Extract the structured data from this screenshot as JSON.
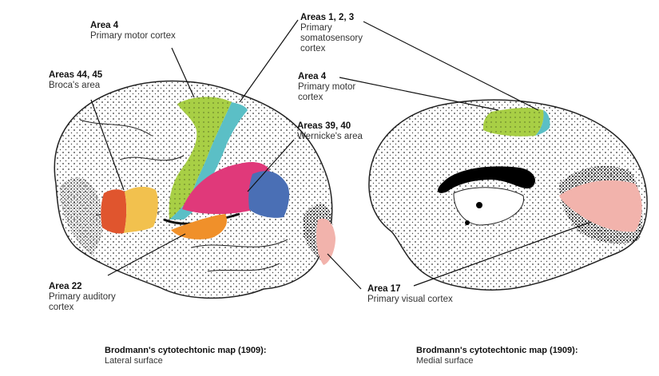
{
  "labels": {
    "area4_lateral": {
      "title": "Area 4",
      "desc": "Primary motor cortex"
    },
    "areas123": {
      "title": "Areas 1, 2, 3",
      "desc1": "Primary",
      "desc2": "somatosensory",
      "desc3": "cortex"
    },
    "areas4445": {
      "title": "Areas 44, 45",
      "desc": "Broca's area"
    },
    "area4_medial": {
      "title": "Area 4",
      "desc1": "Primary motor",
      "desc2": "cortex"
    },
    "areas3940": {
      "title": "Areas 39, 40",
      "desc": "Wernicke's area"
    },
    "area22": {
      "title": "Area 22",
      "desc1": "Primary auditory",
      "desc2": "cortex"
    },
    "area17": {
      "title": "Area 17",
      "desc": "Primary visual cortex"
    }
  },
  "captions": {
    "lateral": {
      "title": "Brodmann's cytotechtonic map (1909):",
      "subtitle": "Lateral surface"
    },
    "medial": {
      "title": "Brodmann's cytotechtonic map (1909):",
      "subtitle": "Medial surface"
    }
  },
  "colors": {
    "motor": "#a8cf45",
    "somatosensory": "#5bbfc6",
    "broca44": "#e0552e",
    "broca45": "#f2c14e",
    "wernicke40": "#e0397a",
    "wernicke39": "#4a6fb5",
    "auditory": "#f0902a",
    "visual": "#f2b3ac"
  }
}
